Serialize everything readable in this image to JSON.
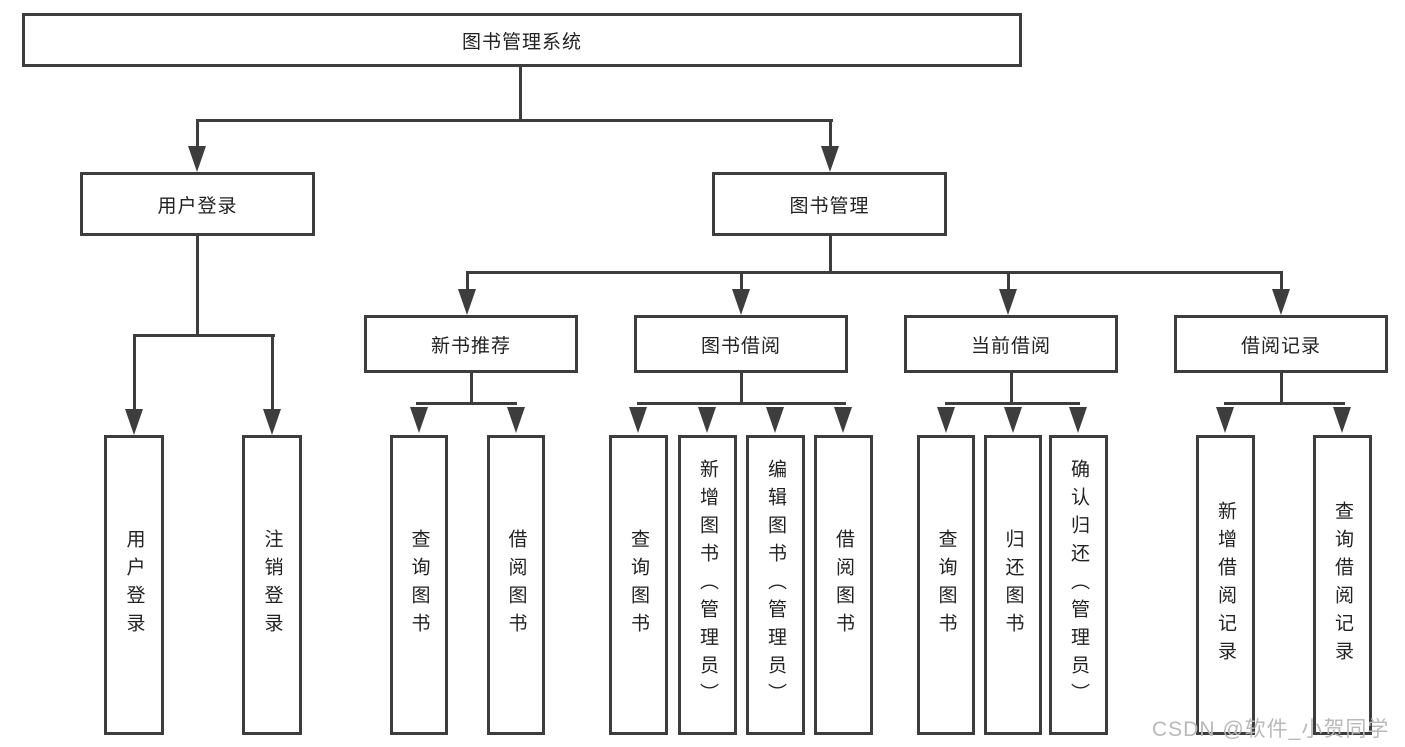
{
  "nodes": {
    "root": "图书管理系统",
    "user_login_branch": "用户登录",
    "book_management": "图书管理",
    "user_login": "用户登录",
    "logout": "注销登录",
    "new_book_recommend": "新书推荐",
    "book_borrow": "图书借阅",
    "current_borrow": "当前借阅",
    "borrow_record": "借阅记录",
    "nb_query_book": "查询图书",
    "nb_borrow_book": "借阅图书",
    "bb_query_book": "查询图书",
    "bb_add_book": "新增图书（管理员）",
    "bb_edit_book": "编辑图书（管理员）",
    "bb_borrow_book": "借阅图书",
    "cb_query_book": "查询图书",
    "cb_return_book": "归还图书",
    "cb_confirm_return": "确认归还（管理员）",
    "br_add_record": "新增借阅记录",
    "br_query_record": "查询借阅记录"
  },
  "watermark": "CSDN @软件_小贺同学",
  "colors": {
    "line": "#3d3d3d",
    "text": "#222222",
    "watermark": "#b9b9b9",
    "background": "#ffffff"
  }
}
